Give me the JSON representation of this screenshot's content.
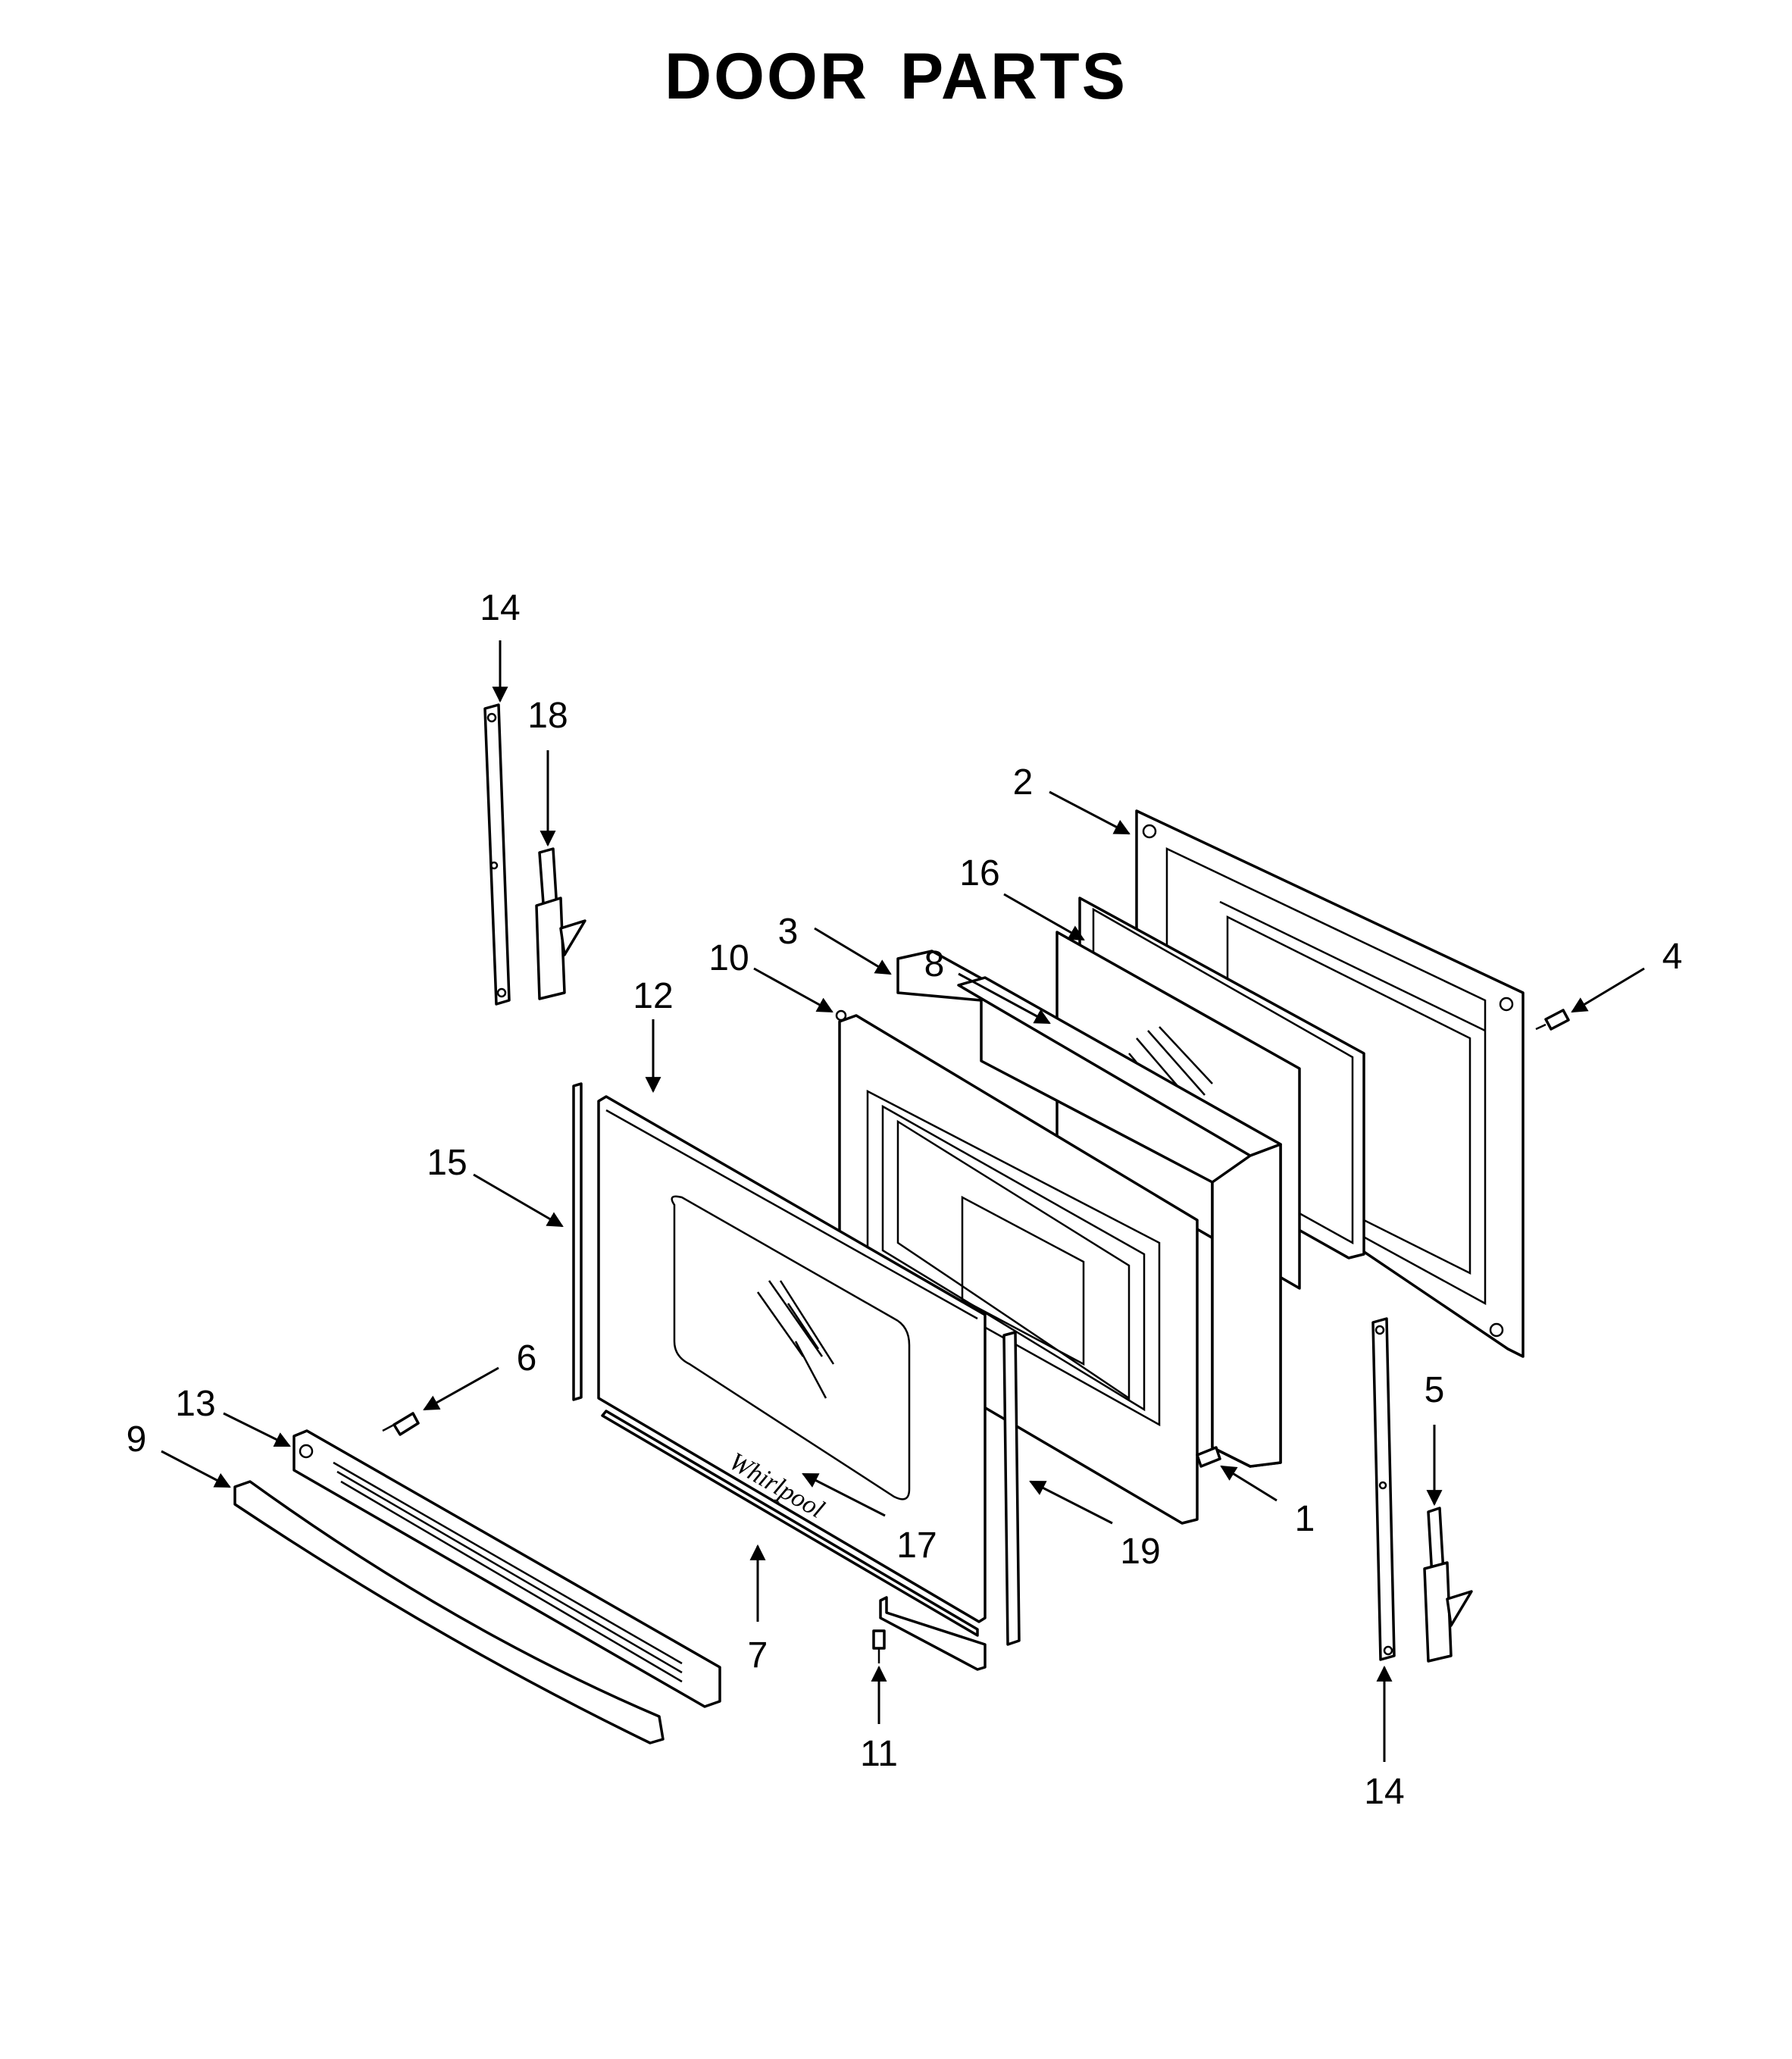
{
  "title": "DOOR PARTS",
  "callouts": [
    {
      "id": "c14a",
      "label": "14"
    },
    {
      "id": "c18",
      "label": "18"
    },
    {
      "id": "c2",
      "label": "2"
    },
    {
      "id": "c16",
      "label": "16"
    },
    {
      "id": "c3",
      "label": "3"
    },
    {
      "id": "c8",
      "label": "8"
    },
    {
      "id": "c4",
      "label": "4"
    },
    {
      "id": "c12",
      "label": "12"
    },
    {
      "id": "c10",
      "label": "10"
    },
    {
      "id": "c15",
      "label": "15"
    },
    {
      "id": "c6",
      "label": "6"
    },
    {
      "id": "c13",
      "label": "13"
    },
    {
      "id": "c9",
      "label": "9"
    },
    {
      "id": "c17",
      "label": "17"
    },
    {
      "id": "c7",
      "label": "7"
    },
    {
      "id": "c19",
      "label": "19"
    },
    {
      "id": "c1",
      "label": "1"
    },
    {
      "id": "c11",
      "label": "11"
    },
    {
      "id": "c5",
      "label": "5"
    },
    {
      "id": "c14b",
      "label": "14"
    }
  ]
}
